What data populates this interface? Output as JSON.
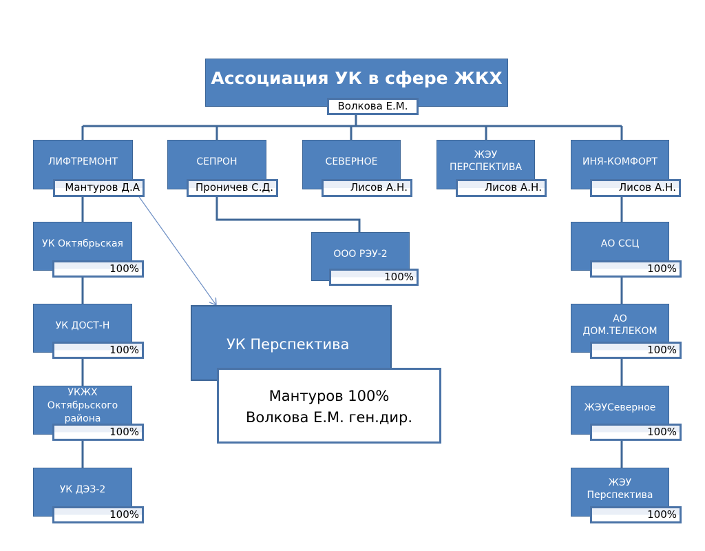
{
  "colors": {
    "node_fill": "#4f81bd",
    "node_border": "#3c6596",
    "connector": "#3f6797",
    "arrow": "#6d8fc4"
  },
  "root": {
    "title": "Ассоциация УК в сфере ЖКХ",
    "person": "Волкова Е.М."
  },
  "level1": [
    {
      "title": "ЛИФТРЕМОНТ",
      "person": "Мантуров Д.А"
    },
    {
      "title": "СЕПРОН",
      "person": "Проничев С.Д."
    },
    {
      "title": "СЕВЕРНОЕ",
      "person": "Лисов А.Н."
    },
    {
      "title": "ЖЭУ ПЕРСПЕКТИВА",
      "person": "Лисов А.Н."
    },
    {
      "title": "ИНЯ-КОМФОРТ",
      "person": "Лисов А.Н."
    }
  ],
  "left_column": [
    {
      "title": "УК Октябрьская",
      "share": "100%"
    },
    {
      "title": "УК ДОСТ-Н",
      "share": "100%"
    },
    {
      "title": "УКЖХ Октябрьского района",
      "share": "100%"
    },
    {
      "title": "УК ДЭЗ-2",
      "share": "100%"
    }
  ],
  "seprón_child": {
    "title": "ООО РЭУ-2",
    "share": "100%"
  },
  "right_column": [
    {
      "title": "АО ССЦ",
      "share": "100%"
    },
    {
      "title": "АО ДОМ.ТЕЛЕКОМ",
      "share": "100%"
    },
    {
      "title": "ЖЭУСеверное",
      "share": "100%"
    },
    {
      "title": "ЖЭУ Перспектива",
      "share": "100%"
    }
  ],
  "highlight": {
    "title": "УК Перспектива",
    "line1": "Мантуров 100%",
    "line2": "Волкова Е.М. ген.дир."
  }
}
